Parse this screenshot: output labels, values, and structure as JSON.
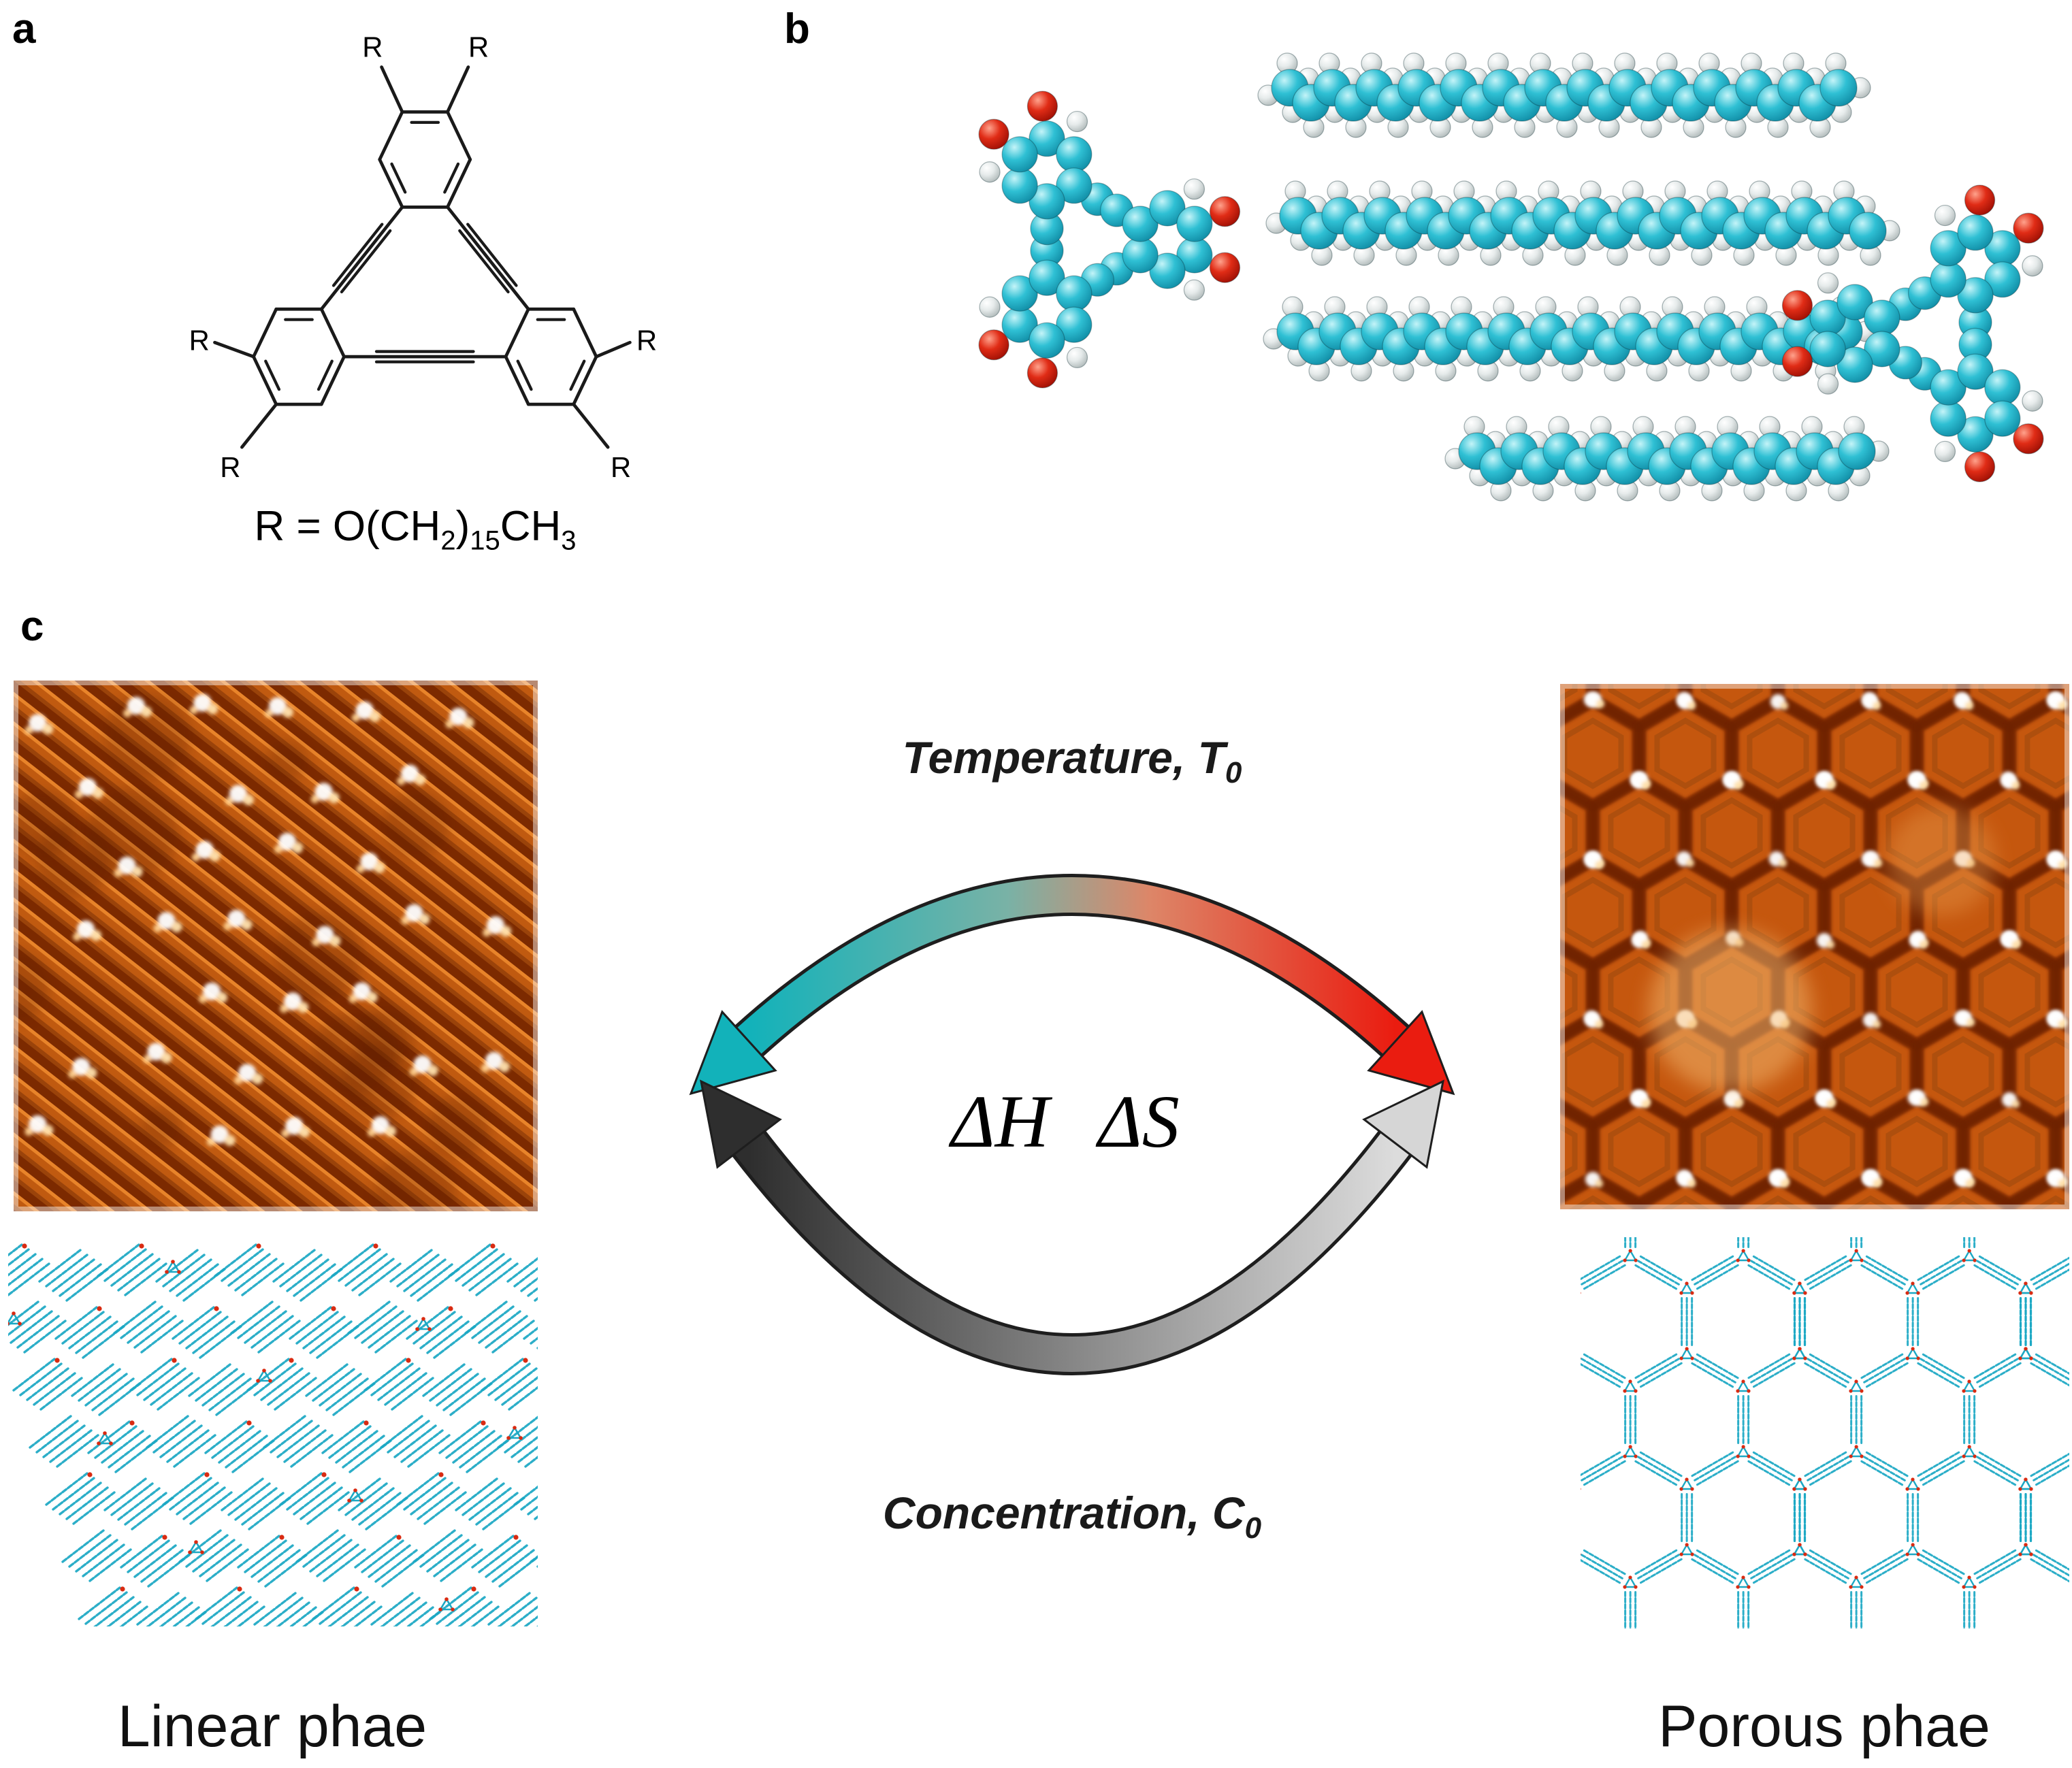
{
  "figure": {
    "panels": {
      "a": "a",
      "b": "b",
      "c": "c"
    },
    "structure": {
      "substituent_label": "R",
      "formula": {
        "prefix": "R = O(CH",
        "sub_a": "2",
        "close_paren": ")",
        "sub_b": "15",
        "tail": "CH",
        "sub_c": "3"
      }
    },
    "scheme": {
      "temperature": {
        "text": "Temperature, T",
        "sub": "0"
      },
      "concentration": {
        "text": "Concentration, C",
        "sub": "0"
      },
      "enthalpy": "ΔH",
      "entropy": "ΔS"
    },
    "phases": {
      "linear": "Linear phae",
      "porous": "Porous phae"
    }
  },
  "colors": {
    "carbon_cyan": "#2fc0d4",
    "hydrogen_white": "#e6ebeb",
    "oxygen_red": "#e02c16",
    "bond_black": "#1a1a1a",
    "stm_orange": "#c05a10",
    "stm_dark": "#7c2a00",
    "stm_bright": "#ffffff",
    "model_teal": "#1ba8c4",
    "model_red": "#d92b12",
    "arrow_teal": "#12b2ba",
    "arrow_red": "#ea1c10",
    "arrow_dark": "#2e2e2e",
    "arrow_light": "#d6d6d6"
  }
}
